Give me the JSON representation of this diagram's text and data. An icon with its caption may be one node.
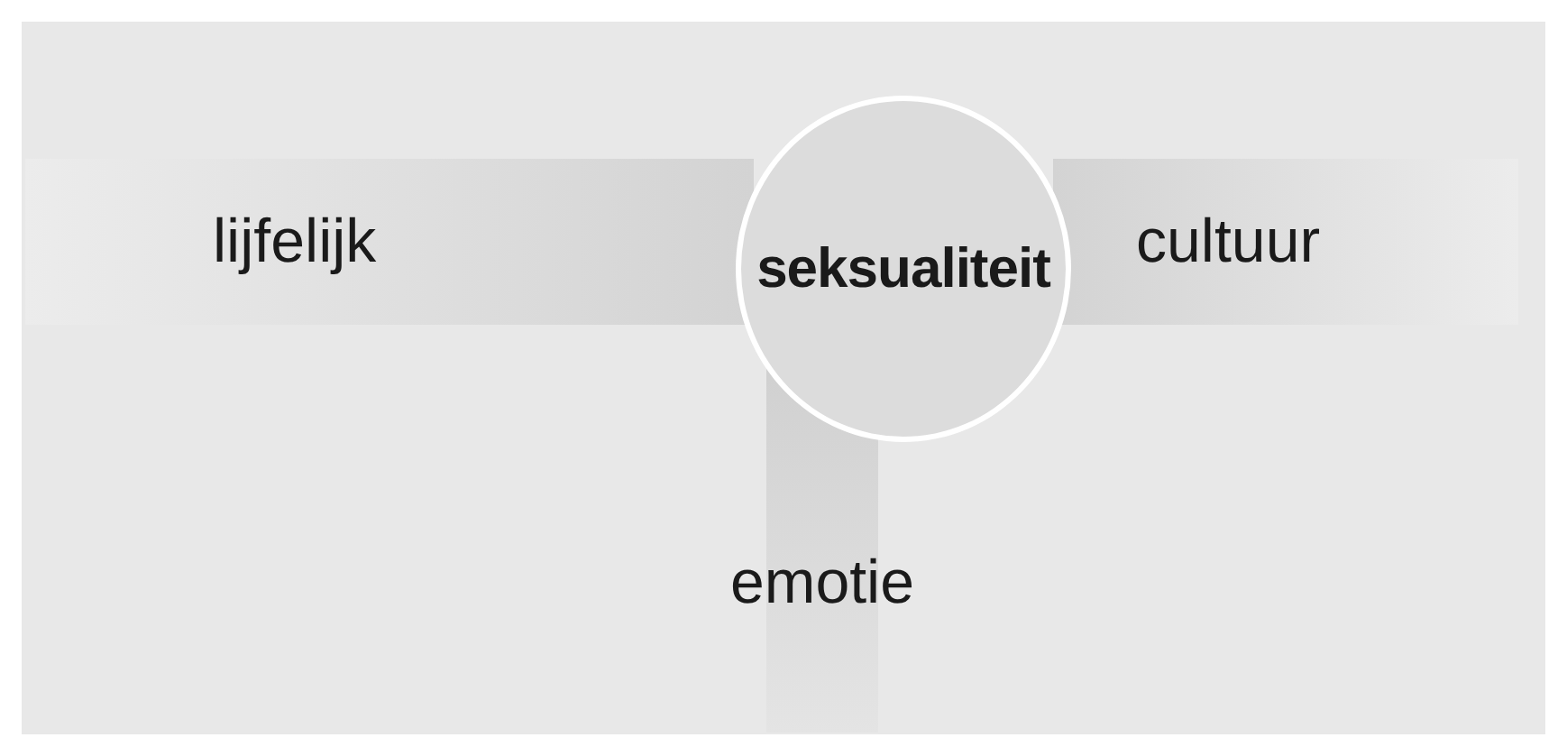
{
  "diagram": {
    "nodes": [
      {
        "text": [
          "seksualiteit"
        ]
      },
      {
        "text": [
          "lijfelijk"
        ]
      },
      {
        "text": [
          "cultuur"
        ]
      },
      {
        "text": [
          "emotie"
        ]
      }
    ]
  }
}
